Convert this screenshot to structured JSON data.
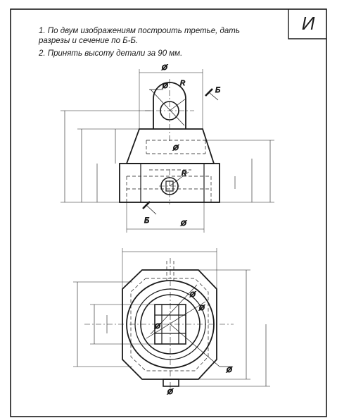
{
  "variant_letter": "И",
  "task": {
    "line1": "1. По двум изображениям построить третье, дать",
    "line1b": "разрезы и сечение по Б-Б.",
    "line2": "2. Принять высоту детали за 90 мм."
  },
  "labels": {
    "diameter": "Ø",
    "radius": "R",
    "section_letter": "Б"
  },
  "colors": {
    "line": "#1a1a1a",
    "paper": "#ffffff"
  }
}
